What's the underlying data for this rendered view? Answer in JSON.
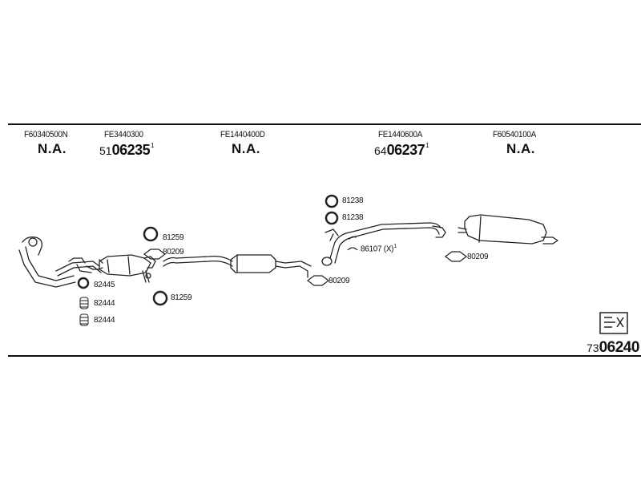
{
  "headers": [
    {
      "code": "F60340500N",
      "value": "N.A."
    },
    {
      "code": "FE3440300",
      "prefix": "51",
      "main": "06235",
      "sup": "1"
    },
    {
      "code": "FE1440400D",
      "value": "N.A."
    },
    {
      "code": "FE1440600A",
      "prefix": "64",
      "main": "06237",
      "sup": "1"
    },
    {
      "code": "F60540100A",
      "value": "N.A."
    }
  ],
  "parts": {
    "p82445": "82445",
    "p82444a": "82444",
    "p82444b": "82444",
    "p81259a": "81259",
    "p80209a": "80209",
    "p81259b": "81259",
    "p81238a": "81238",
    "p81238b": "81238",
    "p86107": "86107 (X)",
    "p86107_sup": "1",
    "p80209b": "80209",
    "p80209c": "80209"
  },
  "footer": {
    "prefix": "73",
    "main": "06240"
  }
}
